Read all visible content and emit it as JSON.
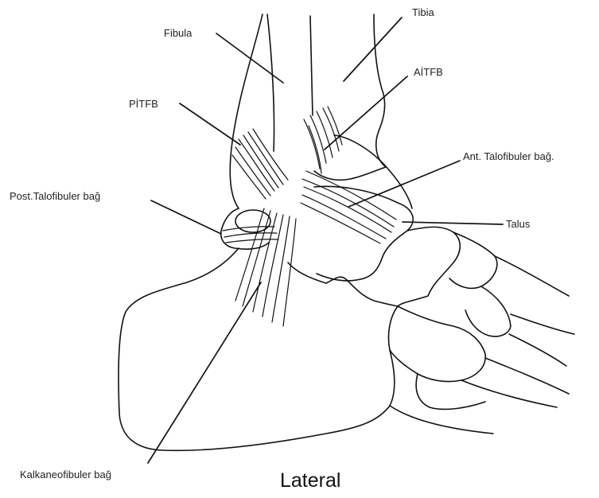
{
  "labels": {
    "fibula": "Fibula",
    "tibia": "Tibia",
    "aitfb": "AİTFB",
    "pitfb": "PİTFB",
    "ant_talofibular": "Ant. Talofibuler bağ.",
    "post_talofibular": "Post.Talofibuler bağ",
    "talus": "Talus",
    "calcaneofibular": "Kalkaneofibuler bağ",
    "view": "Lateral"
  }
}
